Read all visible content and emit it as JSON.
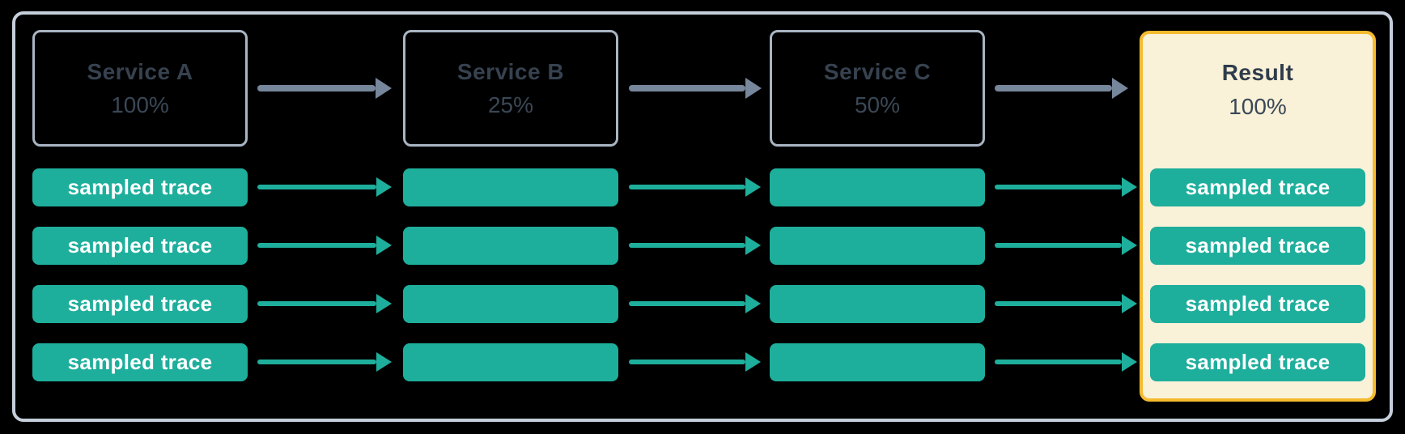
{
  "diagram": {
    "services": [
      {
        "name": "Service A",
        "rate": "100%"
      },
      {
        "name": "Service B",
        "rate": "25%"
      },
      {
        "name": "Service C",
        "rate": "50%"
      }
    ],
    "result": {
      "name": "Result",
      "rate": "100%"
    },
    "trace_label": "sampled trace",
    "row_count": 4
  },
  "colors": {
    "background": "#000000",
    "outer_border": "#C5CFDB",
    "service_box_border": "#A9B5C2",
    "service_text": "#36424F",
    "teal": "#1EAE9C",
    "trace_text": "#FFFFFF",
    "arrow_gray": "#76869B",
    "result_background": "#F9F1D8",
    "result_border": "#F5BB2E",
    "result_text": "#2F3C4B"
  }
}
